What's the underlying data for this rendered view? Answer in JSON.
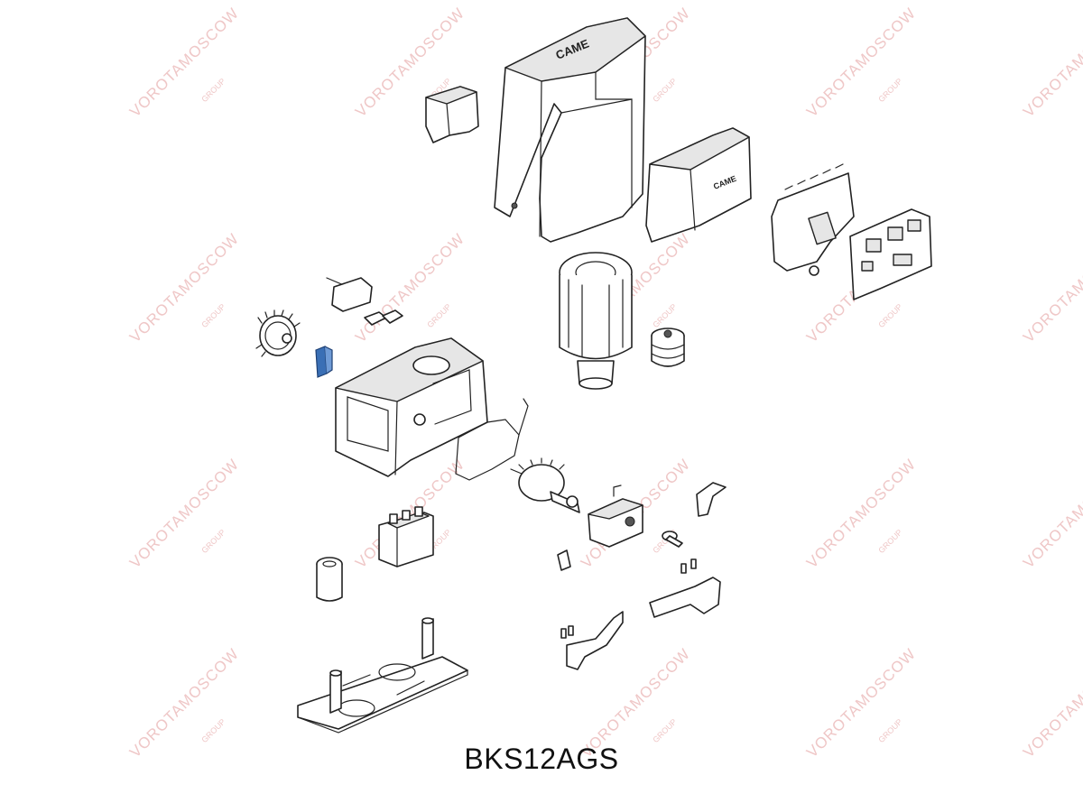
{
  "model": "BKS12AGS",
  "cover_brand": "CAME",
  "watermark": {
    "text": "VOROTAMOSCOW",
    "subtext": "GROUP",
    "color": "#e8b4b4"
  },
  "colors": {
    "line": "#222222",
    "highlight_part": "#3a6fb5",
    "background": "#ffffff"
  }
}
